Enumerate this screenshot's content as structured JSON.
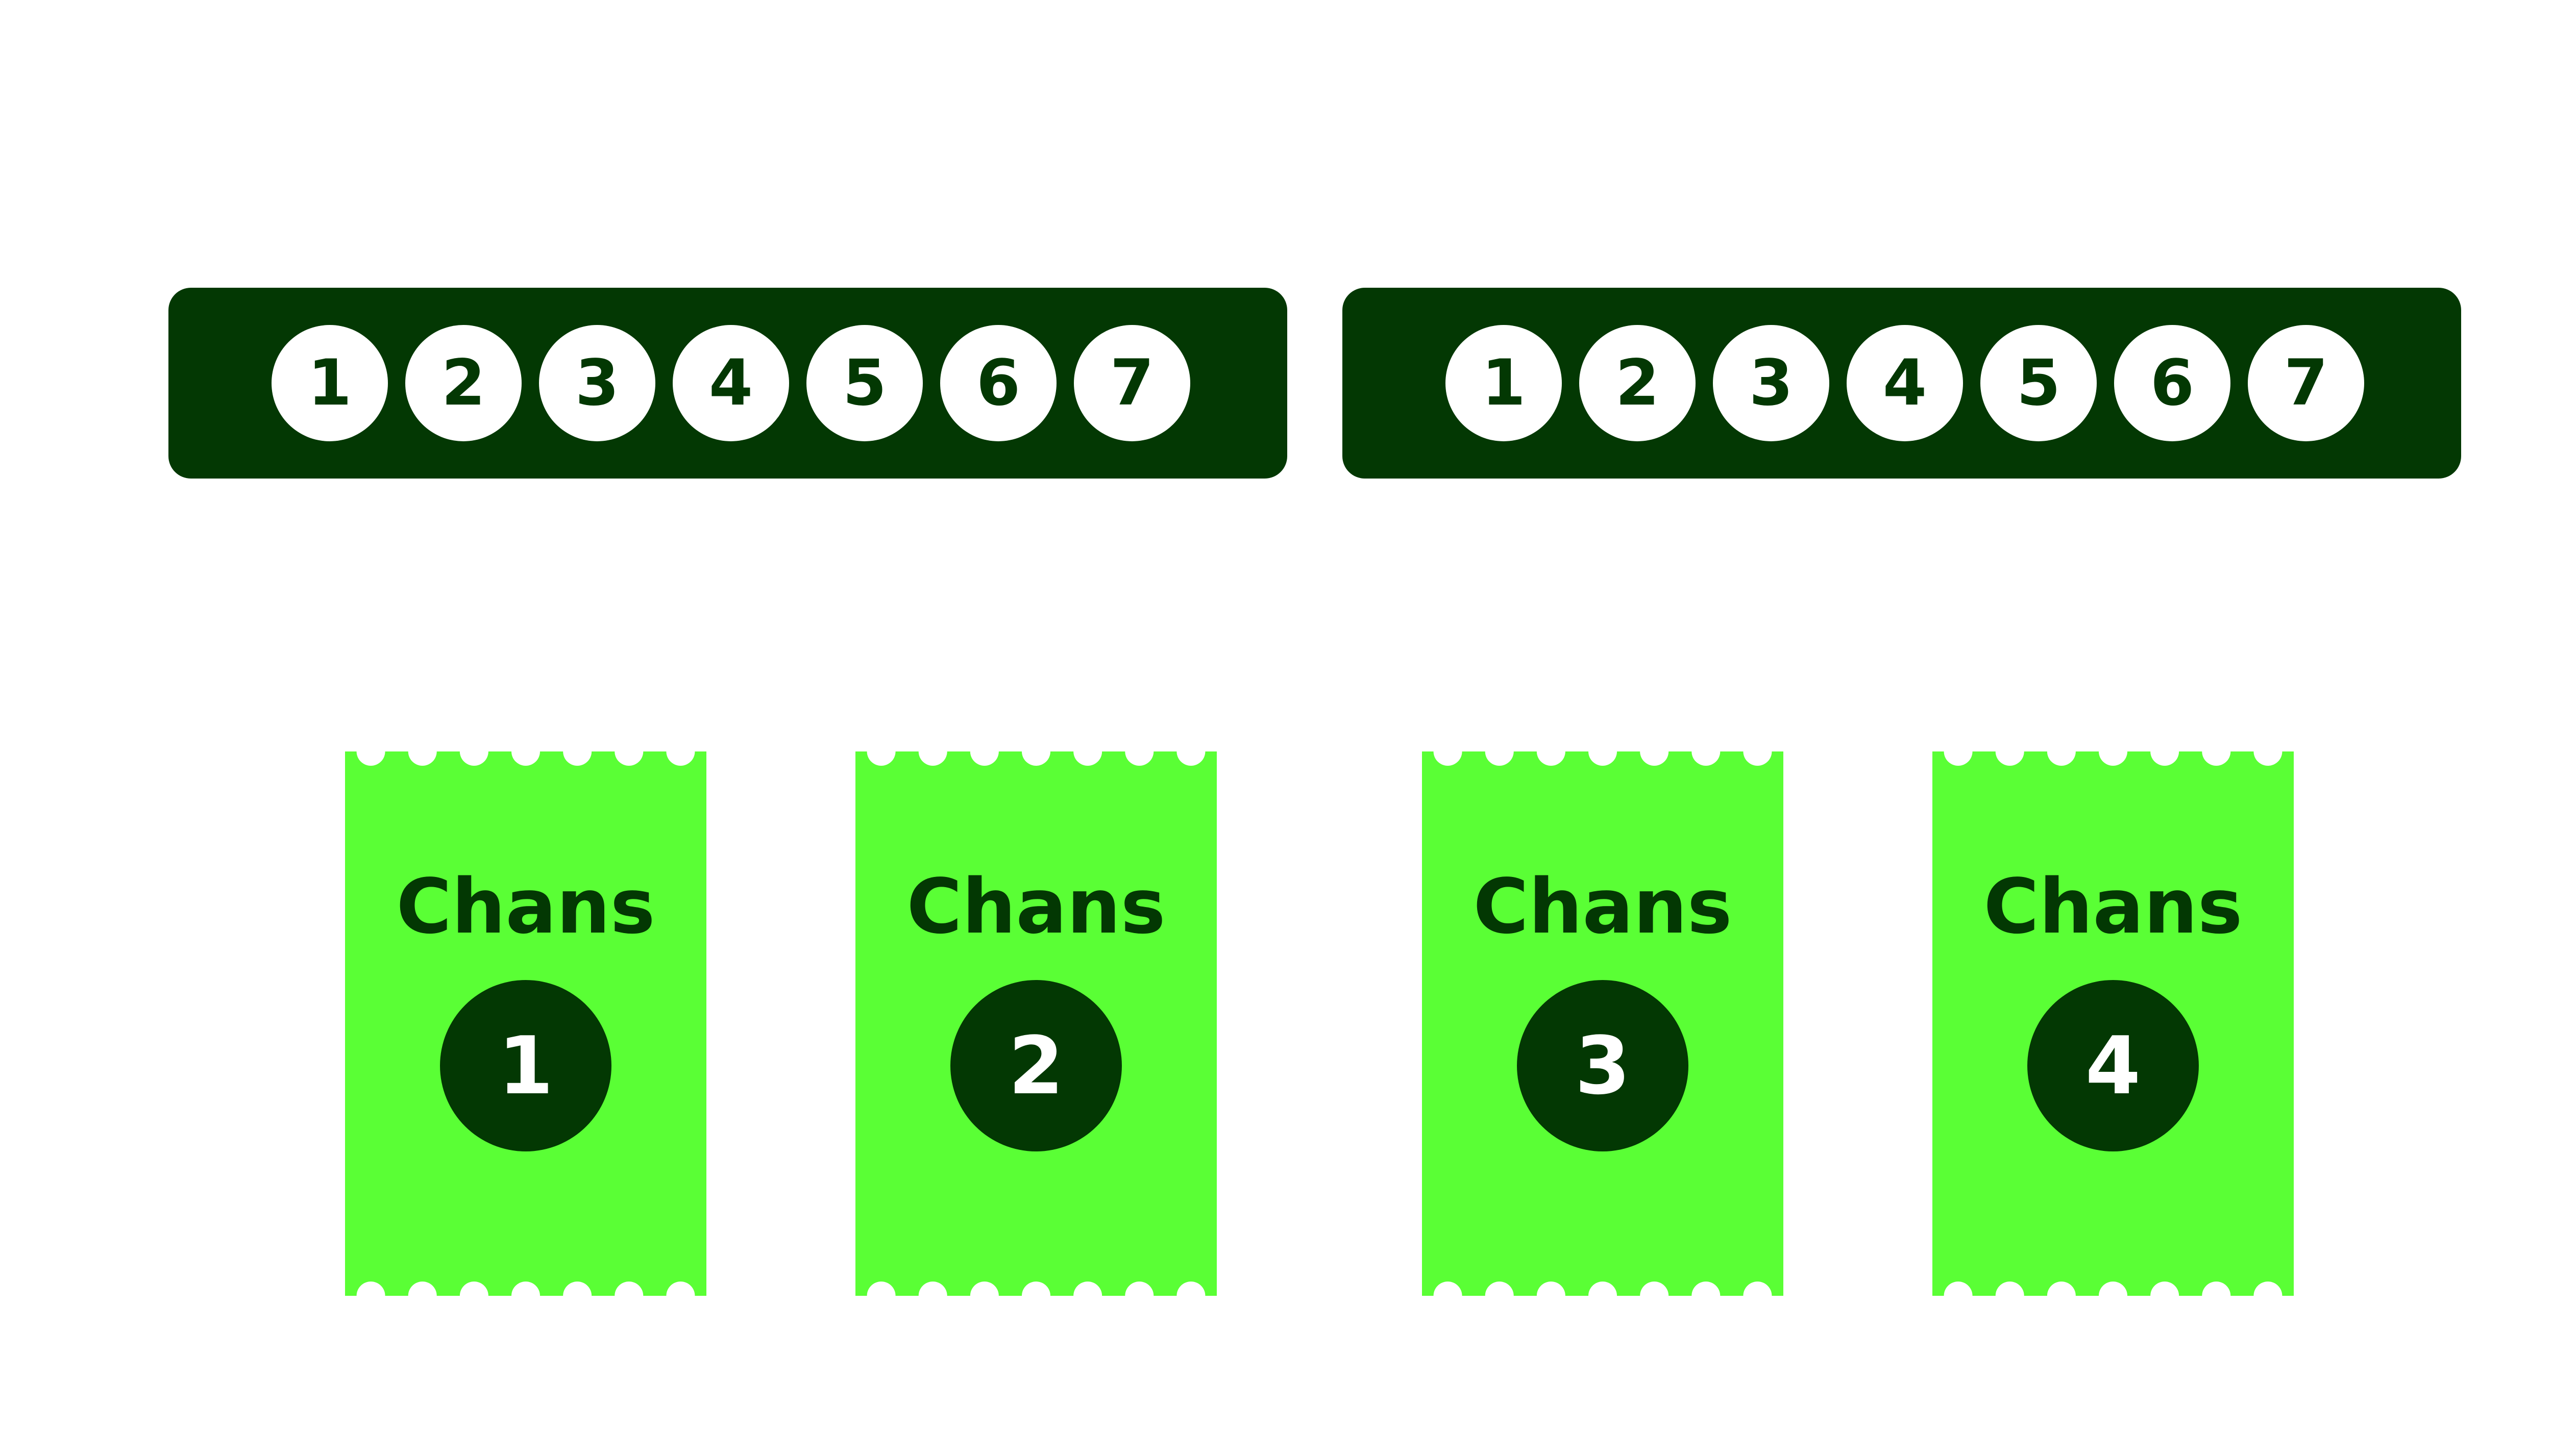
{
  "bars": [
    {
      "numbers": [
        "1",
        "2",
        "3",
        "4",
        "5",
        "6",
        "7"
      ]
    },
    {
      "numbers": [
        "1",
        "2",
        "3",
        "4",
        "5",
        "6",
        "7"
      ]
    }
  ],
  "tickets": [
    {
      "label": "Chans",
      "number": "1"
    },
    {
      "label": "Chans",
      "number": "2"
    },
    {
      "label": "Chans",
      "number": "3"
    },
    {
      "label": "Chans",
      "number": "4"
    }
  ],
  "colors": {
    "dark_green": "#033803",
    "bright_green": "#5aff35",
    "white": "#ffffff"
  }
}
